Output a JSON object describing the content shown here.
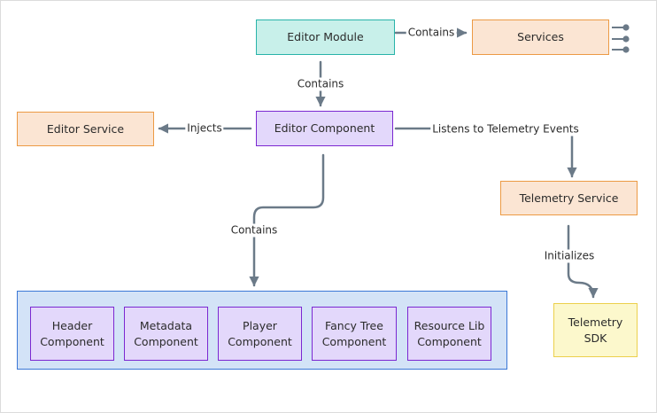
{
  "nodes": {
    "editor_module": "Editor Module",
    "services": "Services",
    "editor_service": "Editor Service",
    "editor_component": "Editor Component",
    "telemetry_service": "Telemetry Service",
    "telemetry_sdk": "Telemetry\nSDK"
  },
  "components": [
    "Header\nComponent",
    "Metadata\nComponent",
    "Player\nComponent",
    "Fancy Tree\nComponent",
    "Resource Lib\nComponent"
  ],
  "edges": {
    "module_services": "Contains",
    "module_component": "Contains",
    "component_service": "Injects",
    "component_telemetry": "Listens to Telemetry Events",
    "component_children": "Contains",
    "telemetry_sdk": "Initializes"
  },
  "colors": {
    "arrow": "#6b7a88",
    "teal": "#28b3a9",
    "orange": "#ec9a44",
    "purple": "#7b28d1",
    "yellow": "#ecd04c",
    "group": "#3b78d6"
  }
}
